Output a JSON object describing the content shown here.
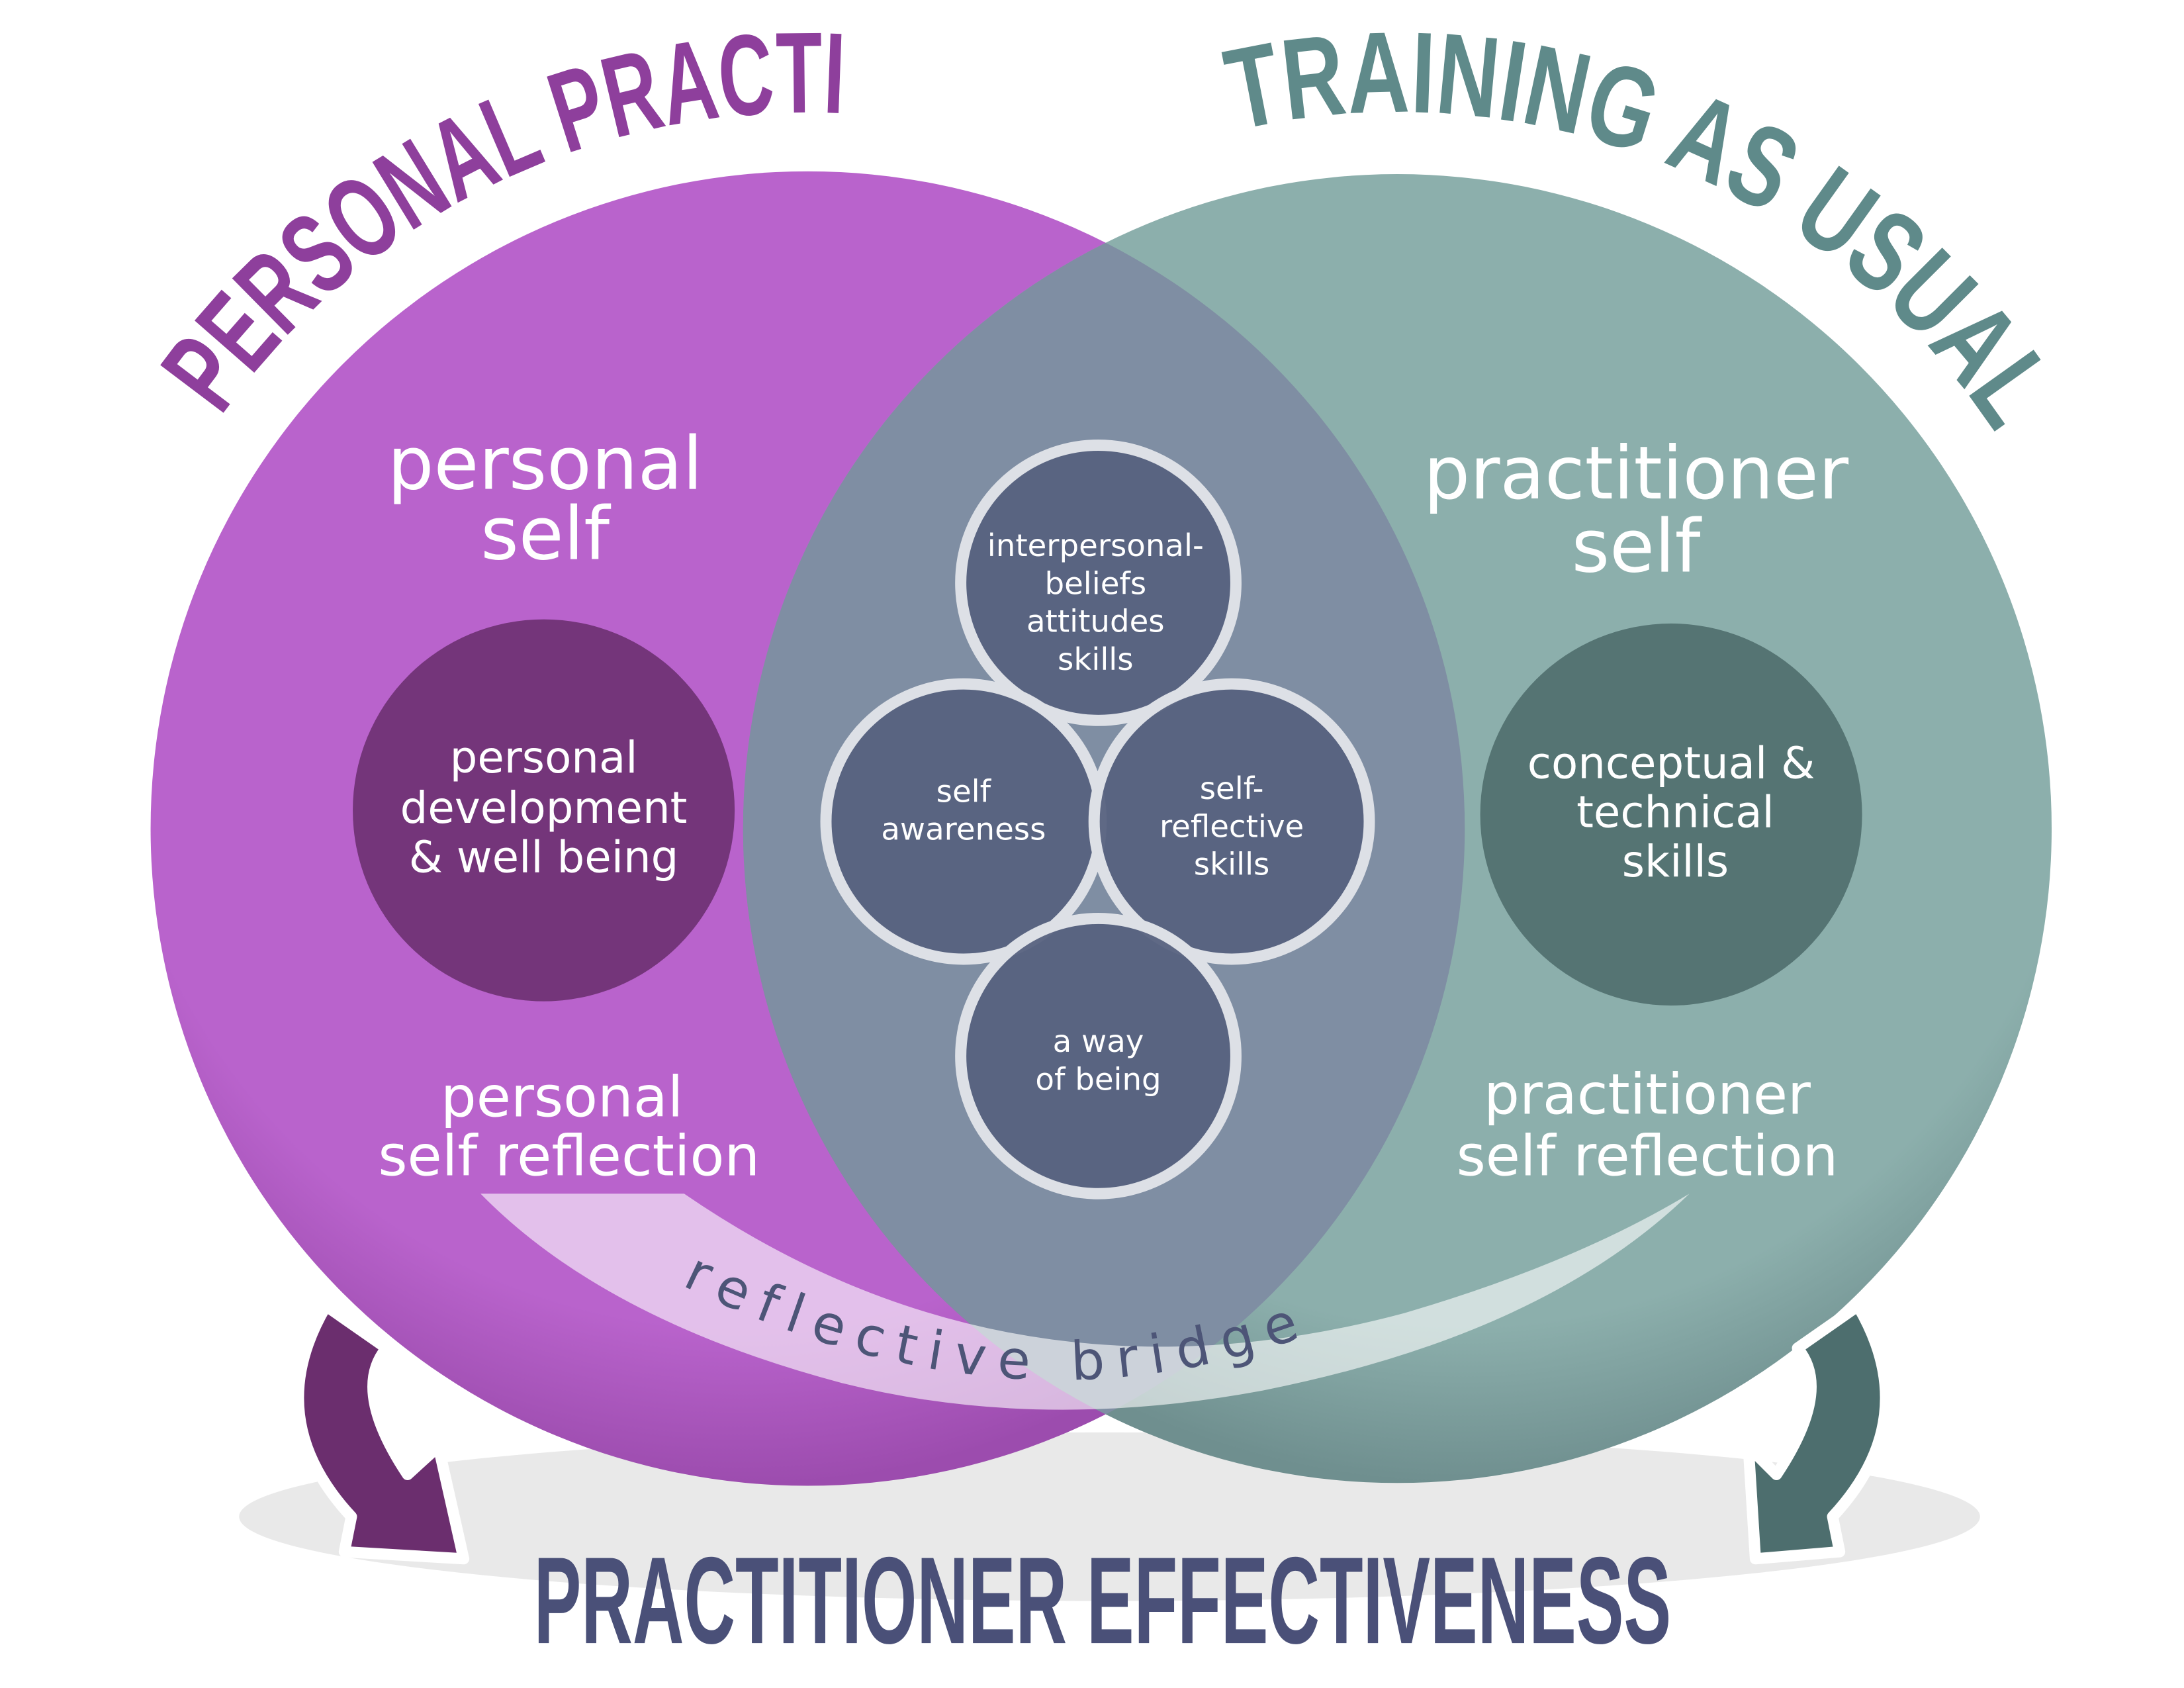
{
  "titles": {
    "left": "PERSONAL PRACTICE",
    "right": "TRAINING AS USUAL",
    "bottom": "PRACTITIONER  EFFECTIVENESS"
  },
  "left_circle": {
    "heading": [
      "personal",
      "self"
    ],
    "core": [
      "personal",
      "development",
      "& well being"
    ],
    "footer": [
      "personal",
      "self reflection"
    ]
  },
  "right_circle": {
    "heading": [
      "practitioner",
      "self"
    ],
    "core": [
      "conceptual &",
      "technical",
      "skills"
    ],
    "footer": [
      "practitioner",
      "self reflection"
    ]
  },
  "center_circles": {
    "top": [
      "interpersonal-",
      "beliefs",
      "attitudes",
      "skills"
    ],
    "left": [
      "self",
      "awareness"
    ],
    "right": [
      "self-",
      "reflective",
      "skills"
    ],
    "bottom": [
      "a way",
      "of being"
    ]
  },
  "bridge": "reflective bridge",
  "colors": {
    "purple": "#b660c8",
    "purple_dark": "#74357a",
    "teal": "#8aadab",
    "teal_dark": "#557473",
    "overlap": "#7f8ea3",
    "center_circle": "#57627f",
    "title_left": "#8e3f9c",
    "title_right": "#5f8a8a",
    "title_bottom": "#4a5078"
  }
}
